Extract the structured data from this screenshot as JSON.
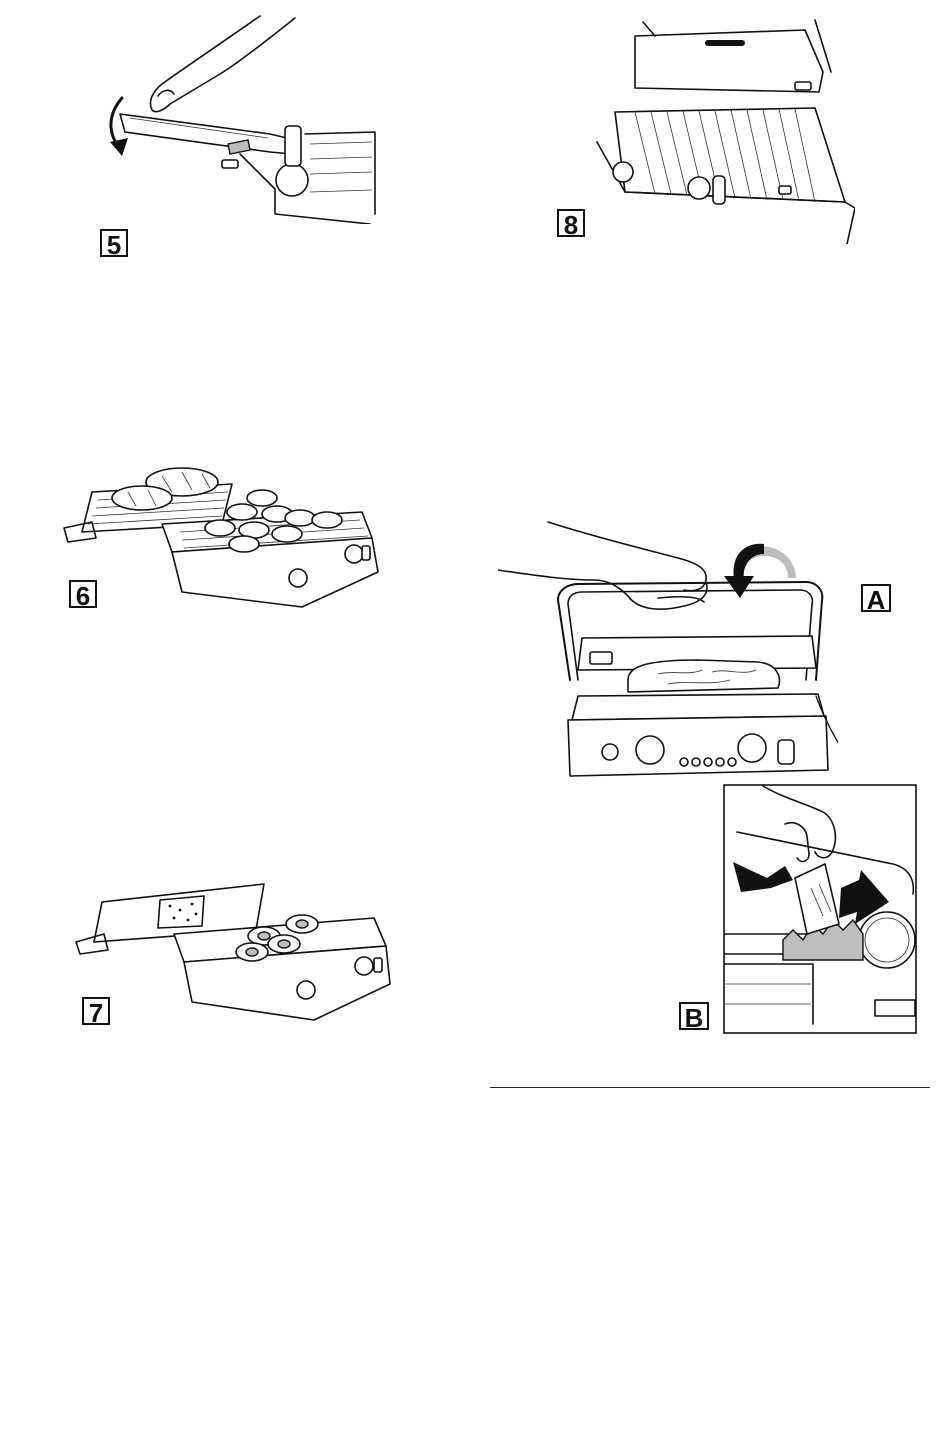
{
  "figures": [
    {
      "id": "fig5",
      "label": "5"
    },
    {
      "id": "fig6",
      "label": "6"
    },
    {
      "id": "fig7",
      "label": "7"
    },
    {
      "id": "fig8",
      "label": "8"
    },
    {
      "id": "figA",
      "label": "A"
    },
    {
      "id": "figB",
      "label": "B"
    }
  ]
}
